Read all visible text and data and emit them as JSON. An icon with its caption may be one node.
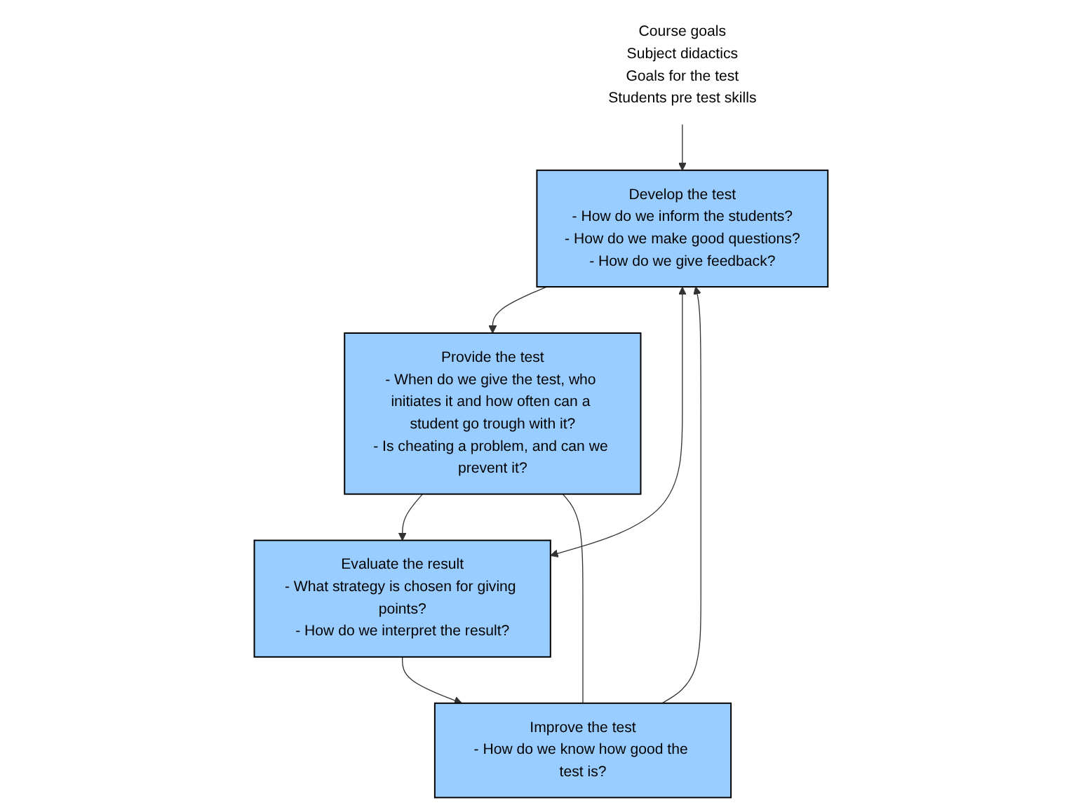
{
  "diagram": {
    "nodes": [
      {
        "text": [
          "Course goals",
          "Subject didactics",
          "Goals for the test",
          "Students pre test skills"
        ]
      },
      {
        "text": [
          "Develop the test",
          "- How do we inform the students?",
          "- How do we make good questions?",
          "- How do we give feedback?"
        ]
      },
      {
        "text": [
          "Provide the test",
          "- When do we give the test, who initiates it and how often can a student go trough with it?",
          "- Is cheating a problem, and can we prevent it?"
        ]
      },
      {
        "text": [
          "Evaluate the result",
          "- What strategy is chosen for giving points?",
          "- How do we interpret the result?"
        ]
      },
      {
        "text": [
          "Improve the test",
          "- How do we know how good the test is?"
        ]
      }
    ],
    "edges": [
      {
        "from": 0,
        "to": 1,
        "arrow": "to"
      },
      {
        "from": 1,
        "to": 2,
        "arrow": "to"
      },
      {
        "from": 2,
        "to": 3,
        "arrow": "to"
      },
      {
        "from": 3,
        "to": 4,
        "arrow": "to"
      },
      {
        "from": 4,
        "to": 1,
        "arrow": "to"
      },
      {
        "from": 4,
        "to": 2,
        "arrow": "none"
      },
      {
        "from": 1,
        "to": 3,
        "arrow": "both"
      }
    ]
  }
}
